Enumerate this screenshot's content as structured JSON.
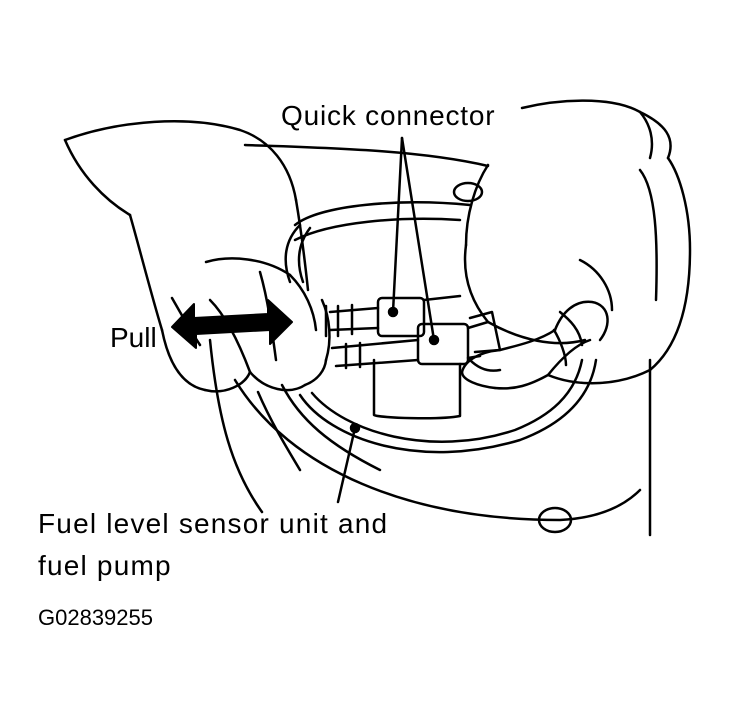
{
  "labels": {
    "quick_connector": "Quick connector",
    "pull": "Pull",
    "fuel_sensor_line1": "Fuel level sensor unit and",
    "fuel_sensor_line2": "fuel pump",
    "figure_code": "G02839255"
  },
  "colors": {
    "ink": "#000000",
    "paper": "#ffffff"
  }
}
